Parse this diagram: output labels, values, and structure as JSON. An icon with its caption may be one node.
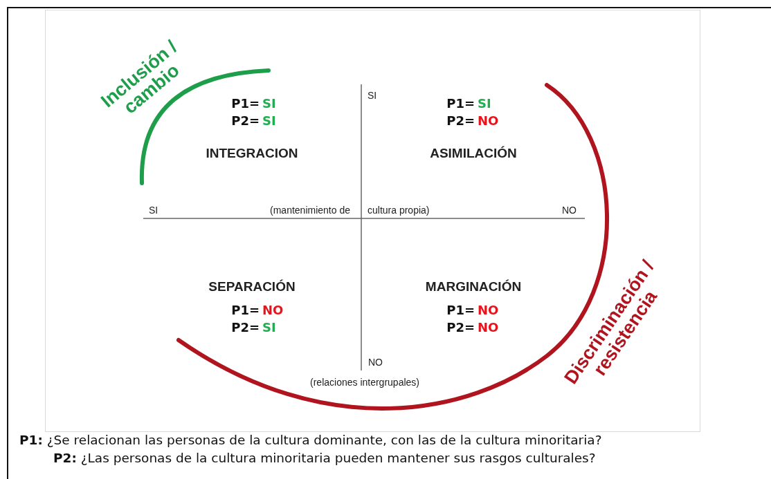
{
  "diagram": {
    "labels": [
      "Inclusión / cambio",
      "SI",
      "P1=",
      "SI",
      "P1=",
      "SI",
      "P2=",
      "SI",
      "P2=",
      "NO",
      "INTEGRACION",
      "ASIMILACIÓN",
      "SI",
      "(mantenimiento de",
      "cultura propia)",
      "NO",
      "Discriminación / resistencia",
      "SEPARACIÓN",
      "MARGINACIÓN",
      "P1=",
      "NO",
      "P1=",
      "NO",
      "P2=",
      "SI",
      "P2=",
      "NO",
      "NO",
      "(relaciones intergrupales)",
      "**P1:** ¿Se relacionan las personas de la cultura dominante, con las de la cultura minoritaria?",
      "**P2:** ¿Las personas de la cultura minoritaria pueden mantener sus rasgos culturales?"
    ]
  }
}
